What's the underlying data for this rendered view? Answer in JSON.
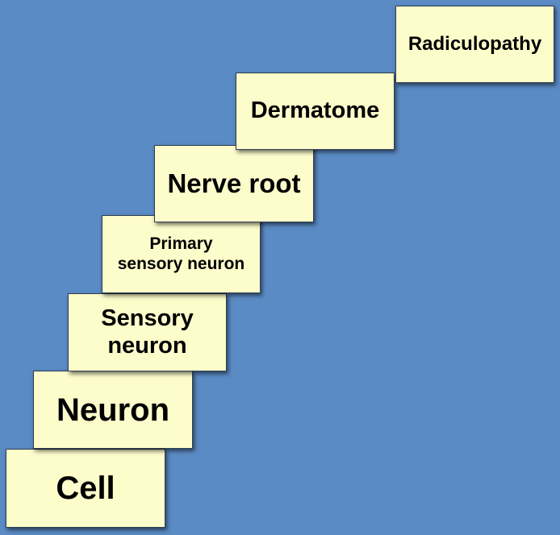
{
  "diagram": {
    "steps": [
      {
        "lines": [
          "Cell"
        ]
      },
      {
        "lines": [
          "Neuron"
        ]
      },
      {
        "lines": [
          "Sensory",
          "neuron"
        ]
      },
      {
        "lines": [
          "Primary",
          "sensory neuron"
        ]
      },
      {
        "lines": [
          "Nerve root"
        ]
      },
      {
        "lines": [
          "Dermatome"
        ]
      },
      {
        "lines": [
          "Radiculopathy"
        ]
      }
    ]
  },
  "colors": {
    "background": "#5b8bc5",
    "step_fill": "#fdfccb",
    "step_border": "#2f3f52",
    "text": "#000000"
  }
}
